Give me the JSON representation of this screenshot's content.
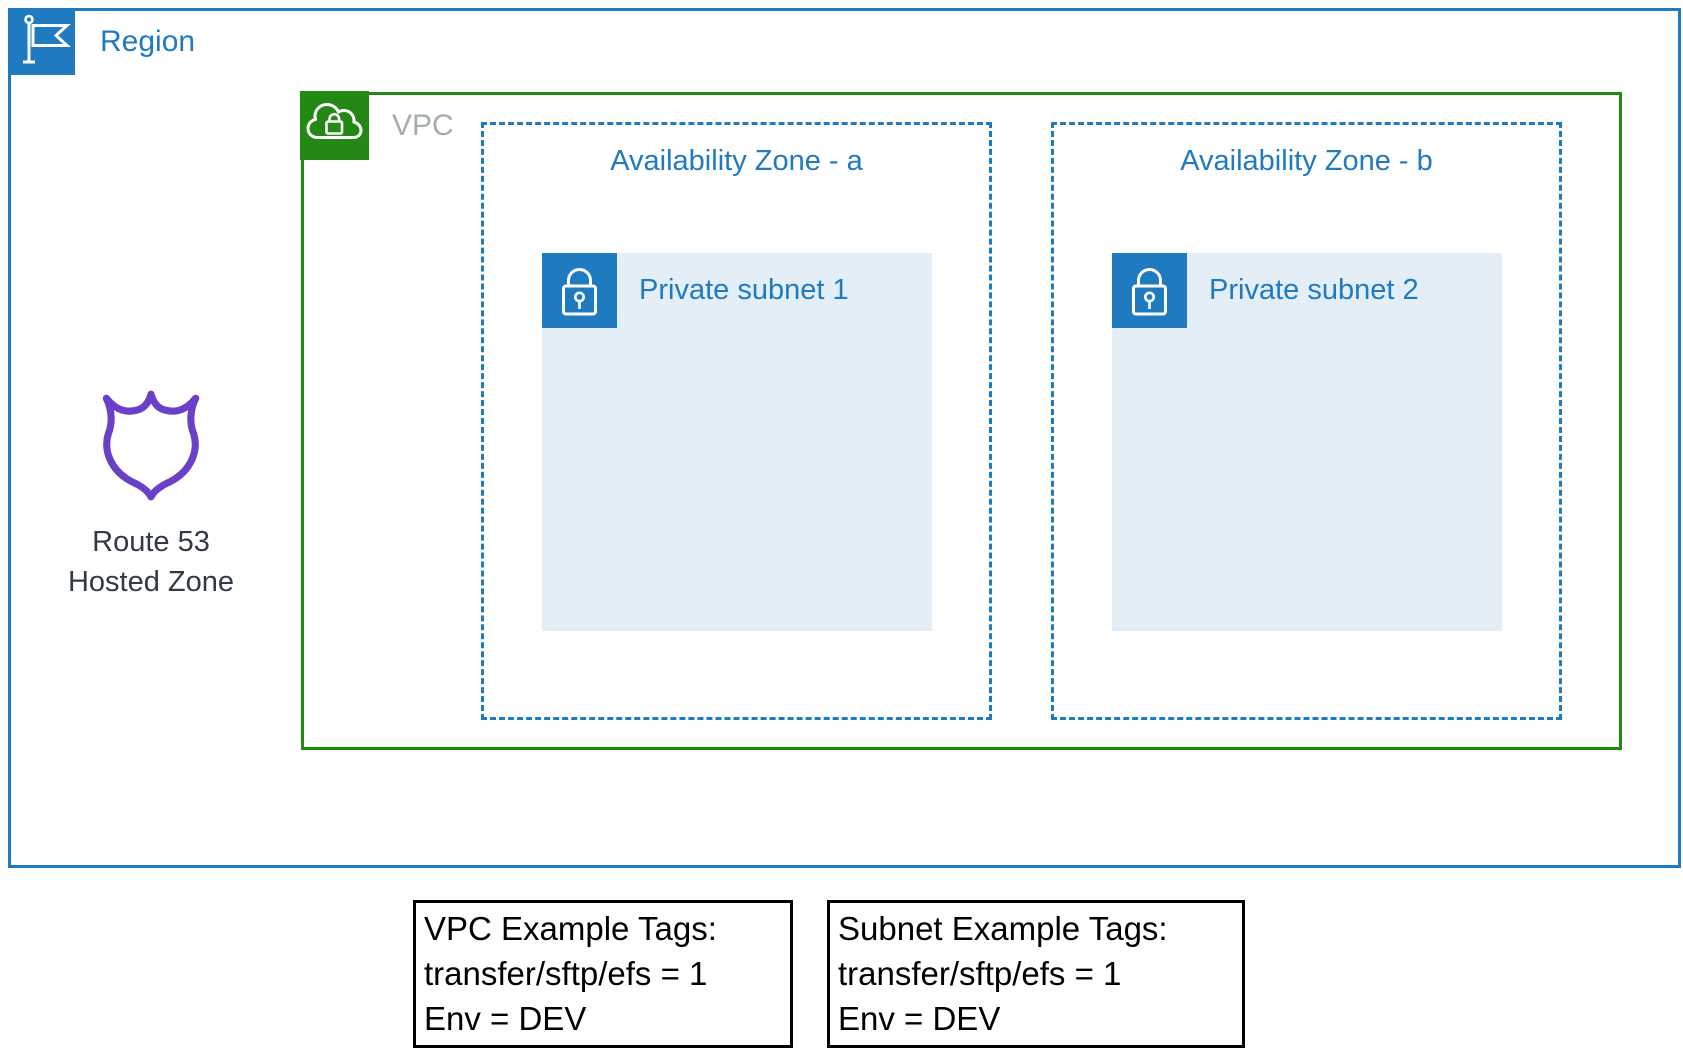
{
  "diagram": {
    "region": {
      "label": "Region"
    },
    "vpc": {
      "label": "VPC"
    },
    "availability_zones": [
      {
        "label": "Availability Zone - a",
        "subnet": {
          "label": "Private subnet 1"
        }
      },
      {
        "label": "Availability Zone - b",
        "subnet": {
          "label": "Private subnet 2"
        }
      }
    ],
    "route53": {
      "line1": "Route 53",
      "line2": "Hosted Zone"
    },
    "tag_boxes": [
      {
        "title": "VPC Example Tags:",
        "lines": [
          "transfer/sftp/efs = 1",
          "Env = DEV"
        ]
      },
      {
        "title": "Subnet Example Tags:",
        "lines": [
          "transfer/sftp/efs = 1",
          "Env = DEV"
        ]
      }
    ],
    "icons": {
      "region": "flag-icon",
      "vpc": "cloud-lock-icon",
      "subnet": "lock-icon",
      "route53": "shield-icon"
    },
    "colors": {
      "region_blue": "#1F7AC0",
      "vpc_green": "#248814",
      "vpc_label_gray": "#A6ACAF",
      "subnet_fill": "#E4EEF7",
      "route53_purple": "#6B40C8",
      "text_dark": "#323A45",
      "tag_border": "#000000"
    }
  }
}
